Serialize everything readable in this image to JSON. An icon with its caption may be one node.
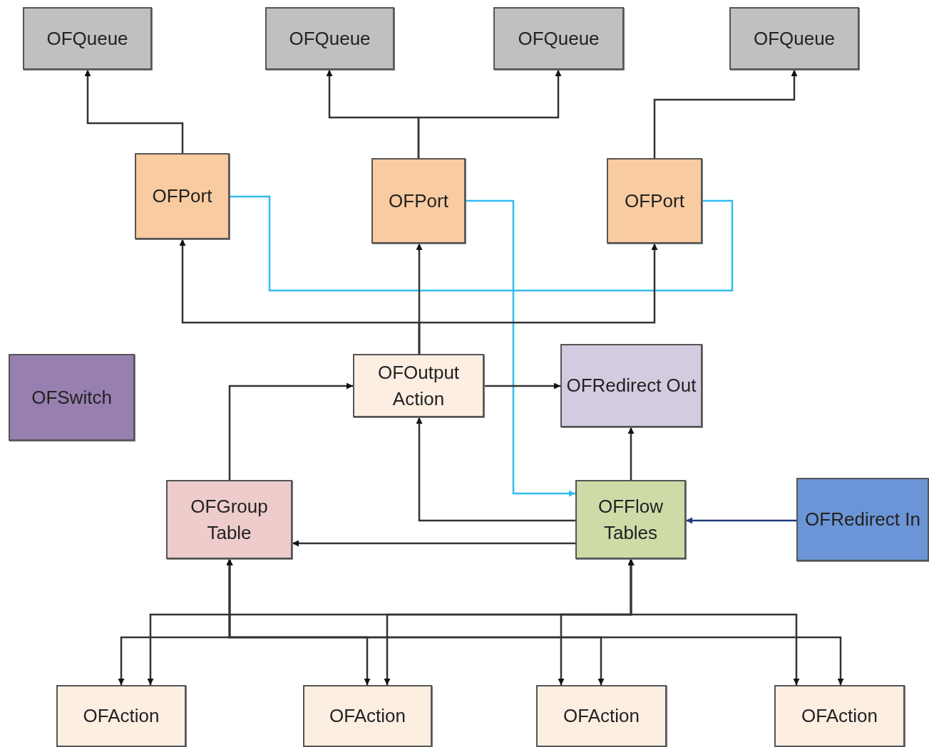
{
  "diagram": {
    "nodes": [
      {
        "text": [
          "OFQueue"
        ]
      },
      {
        "text": [
          "OFQueue"
        ]
      },
      {
        "text": [
          "OFQueue"
        ]
      },
      {
        "text": [
          "OFQueue"
        ]
      },
      {
        "text": [
          "OFPort"
        ]
      },
      {
        "text": [
          "OFPort"
        ]
      },
      {
        "text": [
          "OFPort"
        ]
      },
      {
        "text": [
          "OFSwitch"
        ]
      },
      {
        "text": [
          "OFOutput Action"
        ]
      },
      {
        "text": [
          "OFRedirect Out"
        ]
      },
      {
        "text": [
          "OFGroup Table"
        ]
      },
      {
        "text": [
          "OFFlow Tables"
        ]
      },
      {
        "text": [
          "OFRedirect In"
        ]
      },
      {
        "text": [
          "OFAction"
        ]
      },
      {
        "text": [
          "OFAction"
        ]
      },
      {
        "text": [
          "OFAction"
        ]
      },
      {
        "text": [
          "OFAction"
        ]
      }
    ],
    "edges": [
      {
        "from": 4,
        "to": 0,
        "arrow": "to"
      },
      {
        "from": 5,
        "to": 1,
        "arrow": "to"
      },
      {
        "from": 5,
        "to": 2,
        "arrow": "to"
      },
      {
        "from": 6,
        "to": 3,
        "arrow": "to"
      },
      {
        "from": 4,
        "to": 6,
        "arrow": "none",
        "color": "#33bbee"
      },
      {
        "from": 5,
        "to": 11,
        "arrow": "to",
        "color": "#33bbee"
      },
      {
        "from": 8,
        "to": 4,
        "arrow": "to"
      },
      {
        "from": 8,
        "to": 5,
        "arrow": "to"
      },
      {
        "from": 8,
        "to": 6,
        "arrow": "to"
      },
      {
        "from": 8,
        "to": 9,
        "arrow": "to"
      },
      {
        "from": 10,
        "to": 8,
        "arrow": "to"
      },
      {
        "from": 11,
        "to": 8,
        "arrow": "to"
      },
      {
        "from": 11,
        "to": 9,
        "arrow": "to"
      },
      {
        "from": 11,
        "to": 10,
        "arrow": "to"
      },
      {
        "from": 12,
        "to": 11,
        "arrow": "to",
        "color": "#1f3a7a"
      },
      {
        "from": 11,
        "to": 13,
        "arrow": "both"
      },
      {
        "from": 11,
        "to": 14,
        "arrow": "both"
      },
      {
        "from": 11,
        "to": 15,
        "arrow": "both"
      },
      {
        "from": 11,
        "to": 16,
        "arrow": "both"
      },
      {
        "from": 10,
        "to": 13,
        "arrow": "both"
      },
      {
        "from": 10,
        "to": 14,
        "arrow": "both"
      },
      {
        "from": 10,
        "to": 15,
        "arrow": "both"
      },
      {
        "from": 10,
        "to": 16,
        "arrow": "both"
      }
    ]
  }
}
